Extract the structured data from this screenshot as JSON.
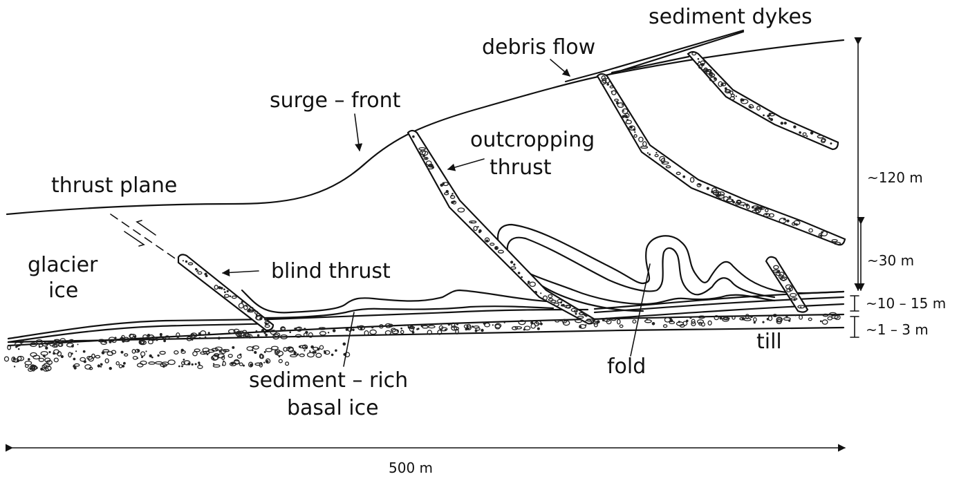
{
  "labels": {
    "sediment_dykes": "sediment dykes",
    "debris_flow": "debris flow",
    "surge_front": "surge – front",
    "outcropping": "outcropping",
    "thrust": "thrust",
    "thrust_plane": "thrust plane",
    "glacier": "glacier",
    "ice": "ice",
    "blind_thrust": "blind thrust",
    "sediment_rich": "sediment – rich",
    "basal_ice": "basal ice",
    "fold": "fold",
    "till": "till"
  },
  "scale": {
    "v_120": "~120 m",
    "v_30": "~30 m",
    "v_10_15": "~10 – 15 m",
    "v_1_3": "~1 – 3 m",
    "h_500": "500 m"
  }
}
